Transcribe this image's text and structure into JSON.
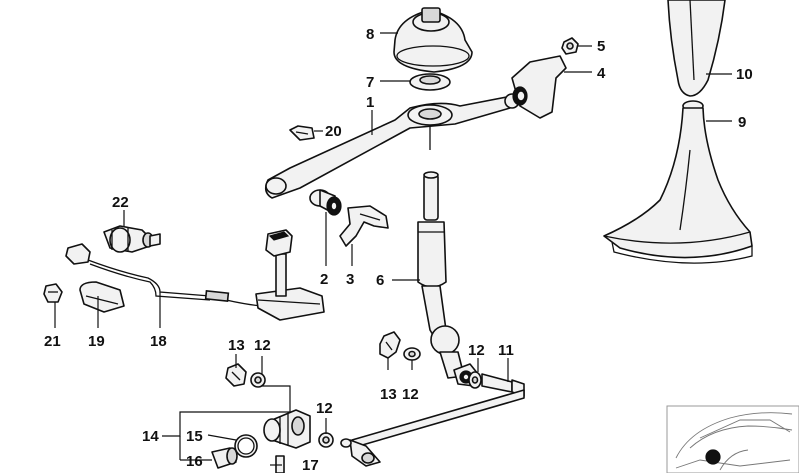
{
  "diagram": {
    "callouts": {
      "c1": "1",
      "c2": "2",
      "c3": "3",
      "c4": "4",
      "c5": "5",
      "c6": "6",
      "c7": "7",
      "c8": "8",
      "c9": "9",
      "c10": "10",
      "c11": "11",
      "c12a": "12",
      "c12b": "12",
      "c12c": "12",
      "c12d": "12",
      "c13a": "13",
      "c13b": "13",
      "c14": "14",
      "c15": "15",
      "c16": "16",
      "c17": "17",
      "c18": "18",
      "c19": "19",
      "c20": "20",
      "c21": "21",
      "c22": "22"
    }
  }
}
